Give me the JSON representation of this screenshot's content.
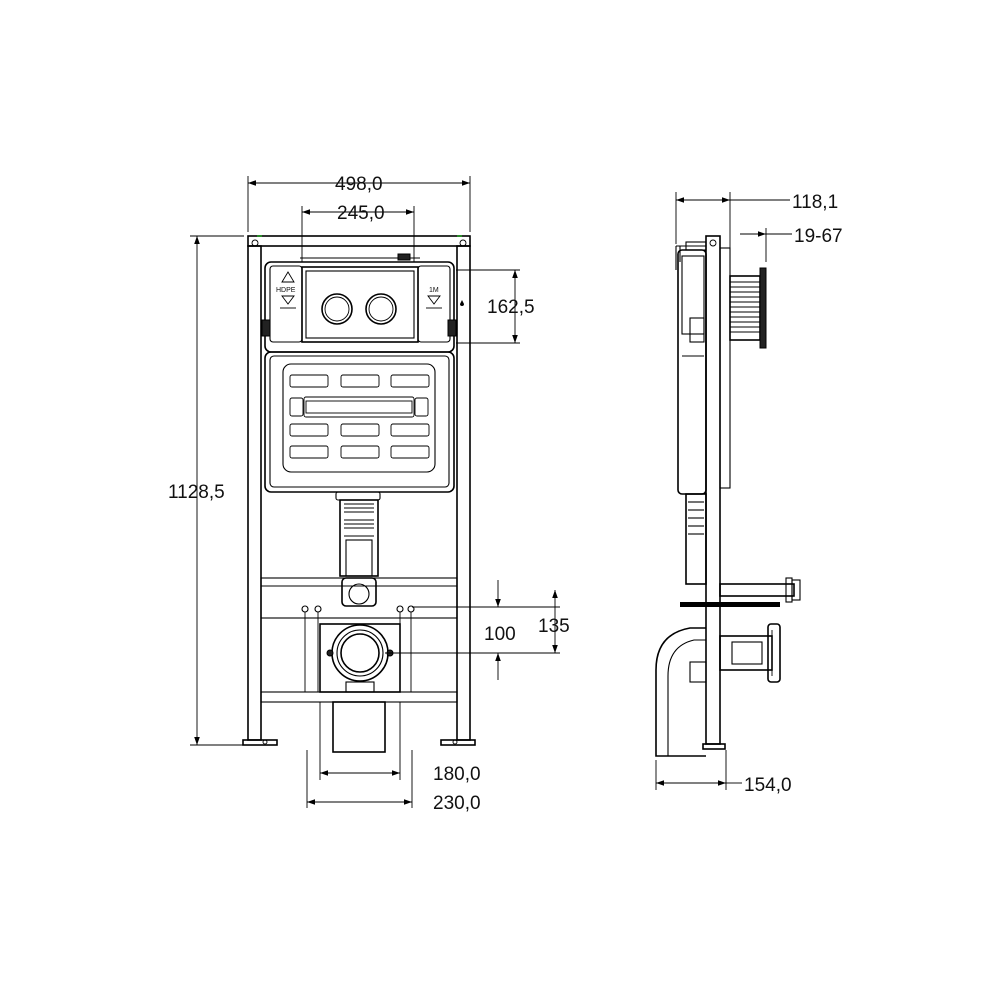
{
  "front_view": {
    "dimensions": {
      "overall_width": "498,0",
      "button_spacing": "245,0",
      "overall_height": "1128,5",
      "flush_plate_height": "162,5",
      "stud_height": "100",
      "drain_height": "135",
      "pipe_width": "180,0",
      "outer_width": "230,0"
    },
    "labels": {
      "material": "HDPE",
      "capacity": "1M"
    }
  },
  "side_view": {
    "dimensions": {
      "depth_top": "118,1",
      "wall_range": "19-67",
      "depth_bottom": "154,0"
    }
  }
}
